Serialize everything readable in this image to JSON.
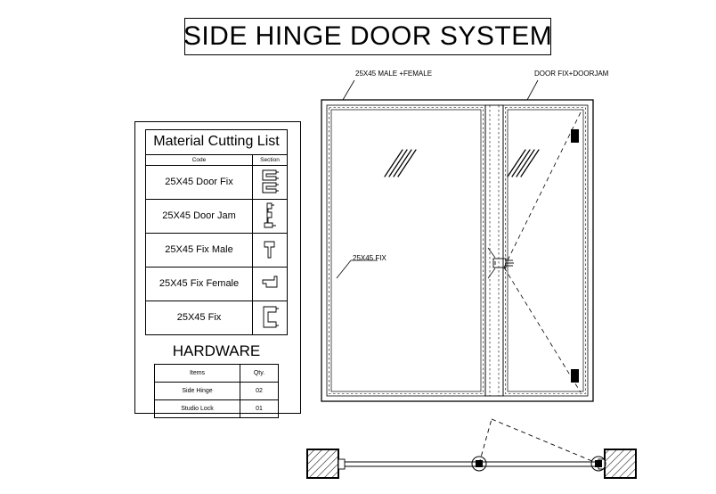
{
  "drawing": {
    "title": "SIDE HINGE DOOR SYSTEM",
    "background_color": "#ffffff",
    "line_color": "#000000"
  },
  "cutting_list": {
    "title": "Material Cutting List",
    "columns": [
      "Code",
      "Section"
    ],
    "rows": [
      {
        "code": "25X45 Door Fix",
        "section_icon": "profile-door-fix-section"
      },
      {
        "code": "25X45 Door Jam",
        "section_icon": "profile-door-jam-section"
      },
      {
        "code": "25X45 Fix Male",
        "section_icon": "profile-fix-male-section"
      },
      {
        "code": "25X45 Fix Female",
        "section_icon": "profile-fix-female-section"
      },
      {
        "code": "25X45 Fix",
        "section_icon": "profile-fix-section"
      }
    ]
  },
  "hardware": {
    "title": "HARDWARE",
    "columns": [
      "Items",
      "Qty."
    ],
    "rows": [
      {
        "item": "Side Hinge",
        "qty": "02"
      },
      {
        "item": "Studio Lock",
        "qty": "01"
      }
    ]
  },
  "elevation": {
    "annotations": [
      {
        "id": "male-female",
        "text": "25X45 MALE +FEMALE"
      },
      {
        "id": "door-fix-jam",
        "text": "DOOR FIX+DOORJAM"
      },
      {
        "id": "fix-panel",
        "text": "25X45 FIX"
      }
    ],
    "hinge_count": 2,
    "lock_symbol": "studio-lock-symbol",
    "glass_symbol": "glass-hatch-symbol",
    "swing_indicator": "door-swing-arc-dashed"
  },
  "plan_view": {
    "wall_blocks": 2,
    "hatch_pattern": "diagonal-hatch",
    "node_markers": 2,
    "swing_indicator": "plan-swing-dashed"
  }
}
